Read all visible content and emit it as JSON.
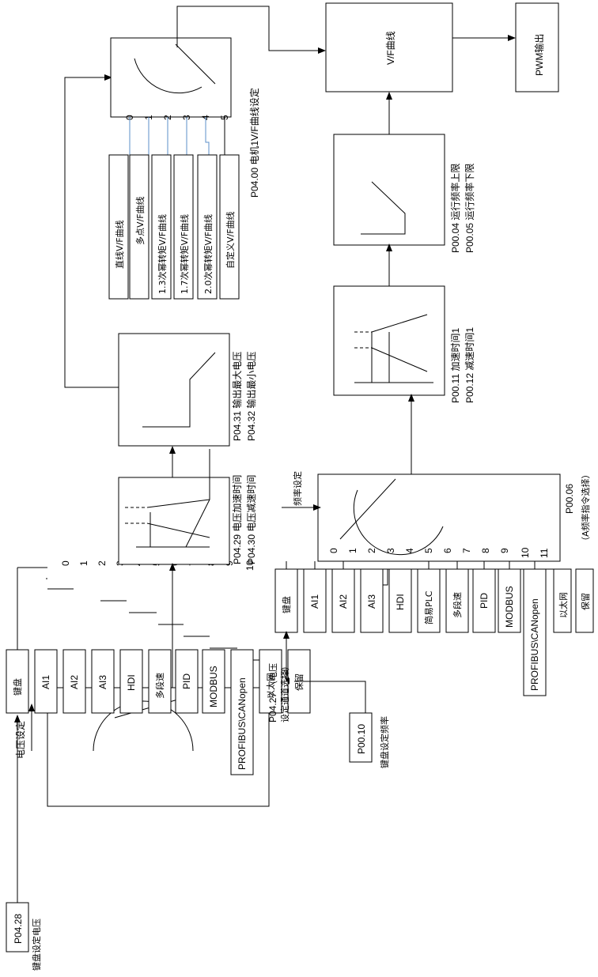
{
  "voltage_section": {
    "setting_label": "电压设定",
    "selector_param": "P04.27",
    "selector_desc_1": "（电压",
    "selector_desc_2": "设定通道选择）",
    "channel_numbers": [
      "0",
      "1",
      "2",
      "3",
      "4",
      "5",
      "6",
      "7",
      "8",
      "9",
      "10"
    ],
    "sources": [
      "键盘",
      "AI1",
      "AI2",
      "AI3",
      "HDI",
      "多段速",
      "PID",
      "MODBUS",
      "PROFIBUS\\CANopen",
      "以太网",
      "保留"
    ],
    "keypad_param": "P04.28",
    "keypad_desc": "键盘设定电压",
    "ramp_params": [
      "P04.29 电压加速时间",
      "P04.30 电压减速时间"
    ],
    "limit_params": [
      "P04.31 输出最大电压",
      "P04.32 输出最小电压"
    ]
  },
  "vf_curve_section": {
    "selector_param": "P04.00 电机1V/F曲线设定",
    "channel_numbers": [
      "0",
      "1",
      "2",
      "3",
      "4",
      "5"
    ],
    "curves": [
      "直线V/F曲线",
      "多点V/F曲线",
      "1.3次幂转矩V/F曲线",
      "1.7次幂转矩V/F曲线",
      "2.0次幂转矩V/F曲线",
      "自定义V/F曲线"
    ]
  },
  "frequency_section": {
    "setting_label": "频率设定",
    "selector_param": "P00.06",
    "selector_desc": "（A频率指令选择）",
    "channel_numbers": [
      "0",
      "1",
      "2",
      "3",
      "4",
      "5",
      "6",
      "7",
      "8",
      "9",
      "10",
      "11"
    ],
    "sources": [
      "键盘",
      "AI1",
      "AI2",
      "AI3",
      "HDI",
      "简易PLC",
      "多段速",
      "PID",
      "MODBUS",
      "PROFIBUS\\CANopen",
      "以太网",
      "保留"
    ],
    "keypad_param": "P00.10",
    "keypad_desc": "键盘设定频率",
    "ramp_params": [
      "P00.11 加速时间1",
      "P00.12 减速时间1"
    ],
    "limit_params": [
      "P00.04 运行频率上限",
      "P00.05 运行频率下限"
    ]
  },
  "output_section": {
    "vf_block_label": "V/F曲线",
    "pwm_label": "PWM输出"
  }
}
